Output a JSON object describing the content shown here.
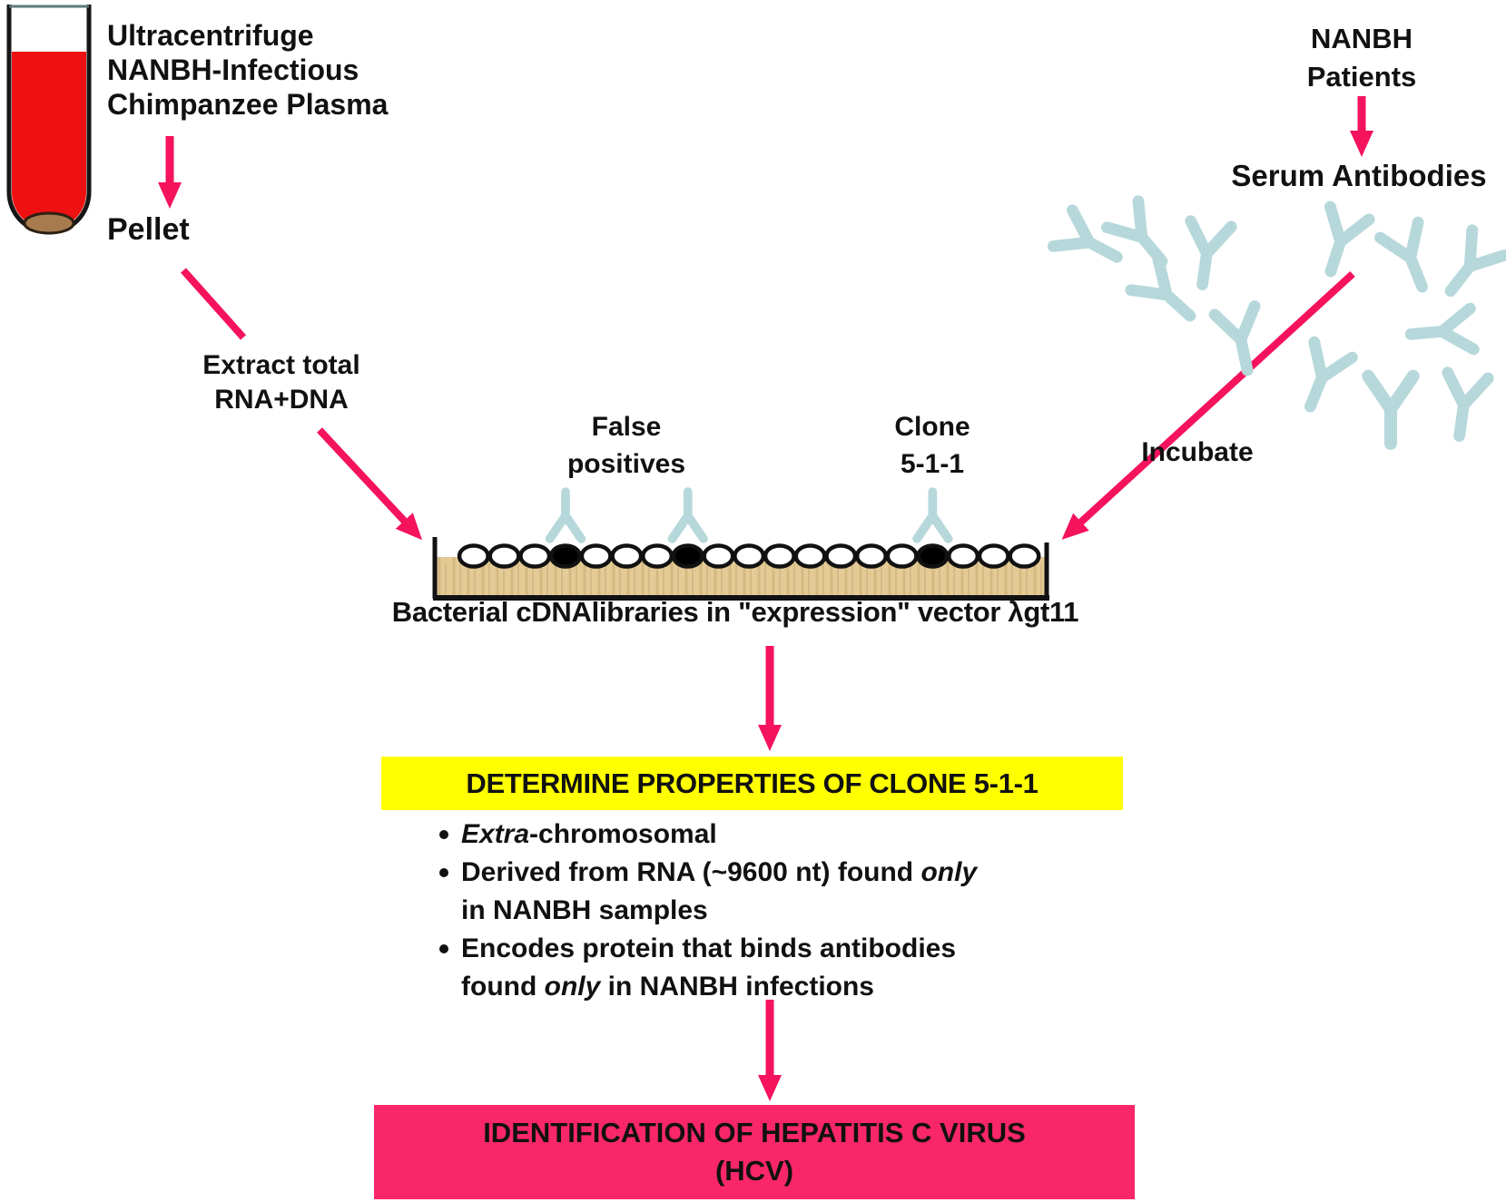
{
  "colors": {
    "accent_pink": "#F4135C",
    "box_pink": "#F9276A",
    "box_yellow": "#FFFF00",
    "antibody_blue": "#B7D8DB",
    "plate_tan": "#E4CB96",
    "tube_red": "#EE1111",
    "pellet_brown": "#A87B4E"
  },
  "tube": {
    "label": "Ultracentrifuge\nNANBH-Infectious\nChimpanzee Plasma",
    "pellet_label": "Pellet"
  },
  "extract": {
    "label": "Extract total\nRNA+DNA"
  },
  "patients": {
    "label": "NANBH\nPatients",
    "serum_label": "Serum Antibodies",
    "incubate_label": "Incubate"
  },
  "plate": {
    "false_positives_label": "False\npositives",
    "clone_label": "Clone\n5-1-1",
    "caption": "Bacterial cDNAlibraries in \"expression\" vector  λgt11",
    "spots": [
      0,
      0,
      0,
      1,
      0,
      0,
      0,
      1,
      0,
      0,
      0,
      0,
      0,
      0,
      0,
      1,
      0,
      0,
      0
    ]
  },
  "determine_box": {
    "title": "DETERMINE PROPERTIES OF CLONE 5-1-1",
    "bullets": [
      [
        {
          "text": "Extra",
          "italic": true
        },
        {
          "text": "-chromosomal",
          "italic": false
        }
      ],
      [
        {
          "text": "Derived from RNA (~9600 nt) found ",
          "italic": false
        },
        {
          "text": "only",
          "italic": true
        },
        {
          "text": "\nin NANBH samples",
          "italic": false
        }
      ],
      [
        {
          "text": "Encodes protein that binds antibodies\nfound ",
          "italic": false
        },
        {
          "text": "only",
          "italic": true
        },
        {
          "text": " in NANBH infections",
          "italic": false
        }
      ]
    ]
  },
  "identification_box": {
    "title": "IDENTIFICATION OF HEPATITIS C VIRUS\n(HCV)"
  }
}
